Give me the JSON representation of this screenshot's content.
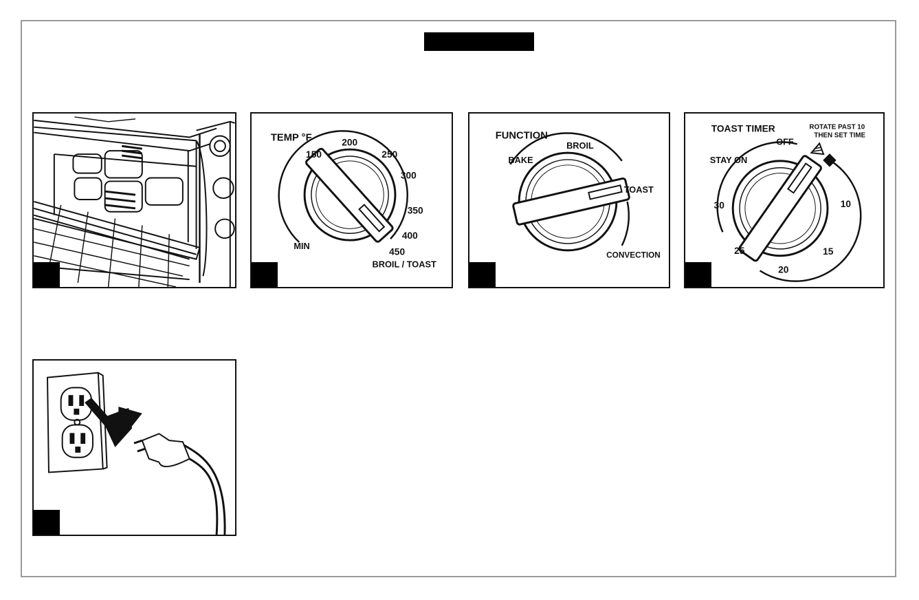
{
  "temp_dial": {
    "title": "TEMP °F",
    "min_label": "MIN",
    "ticks": [
      "150",
      "200",
      "250",
      "300",
      "350",
      "400",
      "450"
    ],
    "broil_label": "BROIL / TOAST"
  },
  "function_dial": {
    "title": "FUNCTION",
    "bake": "BAKE",
    "broil": "BROIL",
    "toast": "TOAST",
    "convection": "CONVECTION"
  },
  "timer_dial": {
    "title": "TOAST TIMER",
    "off": "OFF",
    "stay_on": "STAY ON",
    "note_line1": "ROTATE PAST 10",
    "note_line2": "THEN SET TIME",
    "ticks": [
      "10",
      "15",
      "20",
      "25",
      "30"
    ]
  },
  "icons": {
    "oven": "oven-interior-illustration",
    "plug": "unplug-outlet-illustration"
  },
  "colors": {
    "ink": "#111111",
    "frame": "#9a9a9a"
  }
}
